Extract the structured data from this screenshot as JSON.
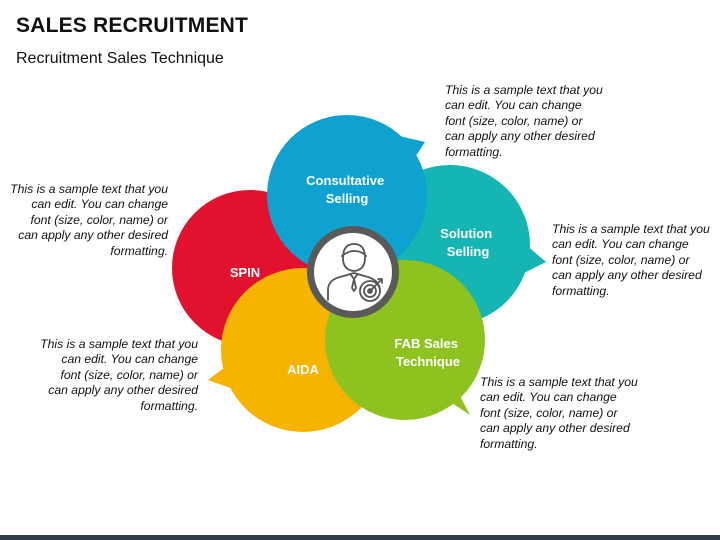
{
  "header": {
    "title": "SALES RECRUITMENT",
    "subtitle": "Recruitment Sales Technique"
  },
  "center_icon": "recruiter-target-icon",
  "sample_text": "This is a sample text that you can edit. You can change font (size, color, name) or can apply any other desired formatting.",
  "bubbles": [
    {
      "key": "spin",
      "label_lines": [
        "SPIN"
      ],
      "color": "#E2112E"
    },
    {
      "key": "consultative",
      "label_lines": [
        "Consultative",
        "Selling"
      ],
      "color": "#0FA1CF"
    },
    {
      "key": "solution",
      "label_lines": [
        "Solution",
        "Selling"
      ],
      "color": "#14B5B3"
    },
    {
      "key": "fab",
      "label_lines": [
        "FAB Sales",
        "Technique"
      ],
      "color": "#8DC21F"
    },
    {
      "key": "aida",
      "label_lines": [
        "AIDA"
      ],
      "color": "#F6B400"
    }
  ],
  "notes": {
    "top_right": "This is a sample text that you can edit. You can change font (size, color, name) or can apply any other desired formatting.",
    "left": "This is a sample text that you can edit. You can change font (size, color, name) or can apply any other desired formatting.",
    "right": "This is a sample text that you can edit. You can change font (size, color, name) or can apply any other desired formatting.",
    "bottom_left": "This is a sample text that you can edit. You can change font (size, color, name) or can apply any other desired formatting.",
    "bottom_right": "This is a sample text that you can edit. You can change font (size, color, name) or can apply any other desired formatting."
  }
}
